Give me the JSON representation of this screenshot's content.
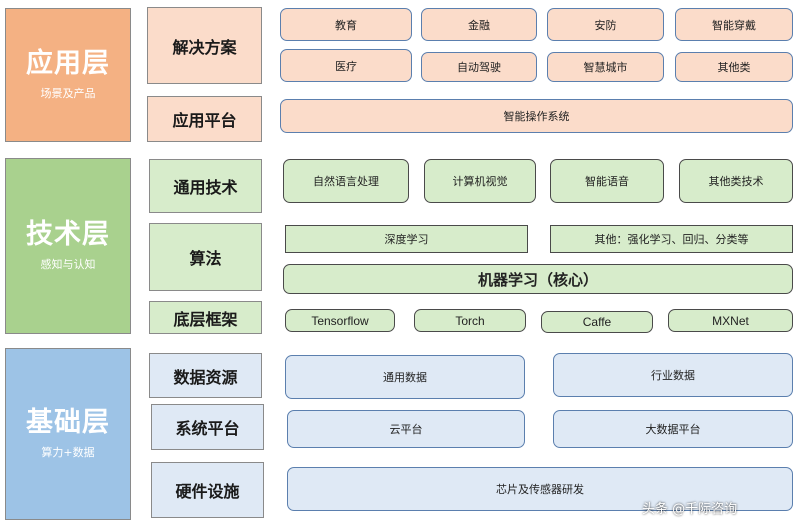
{
  "layers": {
    "app": {
      "title": "应用层",
      "subtitle": "场景及产品"
    },
    "tech": {
      "title": "技术层",
      "subtitle": "感知与认知"
    },
    "base": {
      "title": "基础层",
      "subtitle": "算力+数据"
    }
  },
  "categories": {
    "solutions": "解决方案",
    "app_platform": "应用平台",
    "general_tech": "通用技术",
    "algorithms": "算法",
    "frameworks": "底层框架",
    "data_resources": "数据资源",
    "system_platform": "系统平台",
    "hardware": "硬件设施"
  },
  "solutions": [
    "教育",
    "金融",
    "安防",
    "智能穿戴",
    "医疗",
    "自动驾驶",
    "智慧城市",
    "其他类"
  ],
  "app_platform": "智能操作系统",
  "general_tech": [
    "自然语言处理",
    "计算机视觉",
    "智能语音",
    "其他类技术"
  ],
  "algorithms": {
    "deep_learning": "深度学习",
    "others": "其他：强化学习、回归、分类等",
    "core": "机器学习（核心）"
  },
  "frameworks": [
    "Tensorflow",
    "Torch",
    "Caffe",
    "MXNet"
  ],
  "data_resources": [
    "通用数据",
    "行业数据"
  ],
  "system_platform": [
    "云平台",
    "大数据平台"
  ],
  "hardware": "芯片及传感器研发",
  "watermark": "头条 @千际咨询",
  "colors": {
    "app": "#f4b183",
    "tech": "#a9d18e",
    "base": "#9dc3e6"
  }
}
